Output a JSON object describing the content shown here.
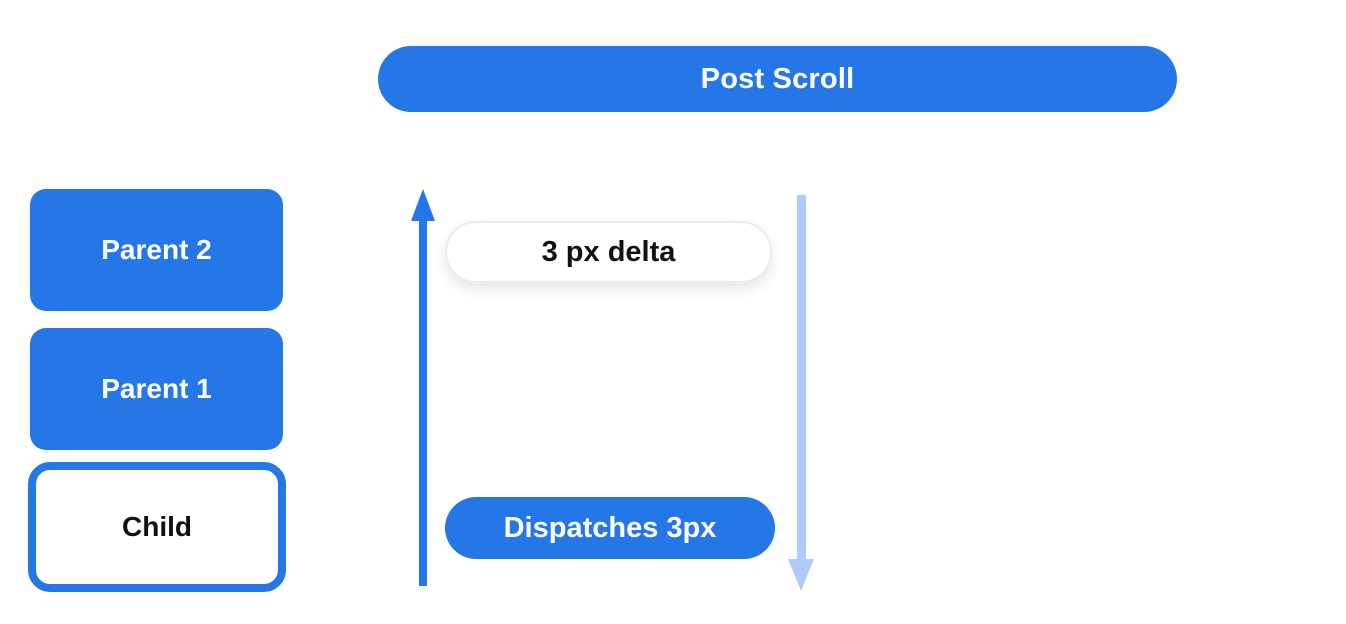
{
  "diagram": {
    "banner": {
      "label": "Post Scroll"
    },
    "nodes": [
      {
        "id": "parent-2",
        "label": "Parent 2",
        "style": "filled"
      },
      {
        "id": "parent-1",
        "label": "Parent 1",
        "style": "filled"
      },
      {
        "id": "child",
        "label": "Child",
        "style": "outlined"
      }
    ],
    "pills": {
      "delta_label": "3 px delta",
      "dispatch_label": "Dispatches 3px"
    },
    "arrows": [
      {
        "name": "upward-arrow",
        "direction": "up",
        "color_key": "primary_blue"
      },
      {
        "name": "downward-arrow",
        "direction": "down",
        "color_key": "light_blue"
      }
    ],
    "colors": {
      "primary_blue": "#2577E8",
      "light_blue": "#AECBFA",
      "pill_border": "#ECECEC",
      "text_dark": "#111111",
      "text_light": "#FFFFFF",
      "canvas_bg": "#FFFFFF"
    }
  }
}
